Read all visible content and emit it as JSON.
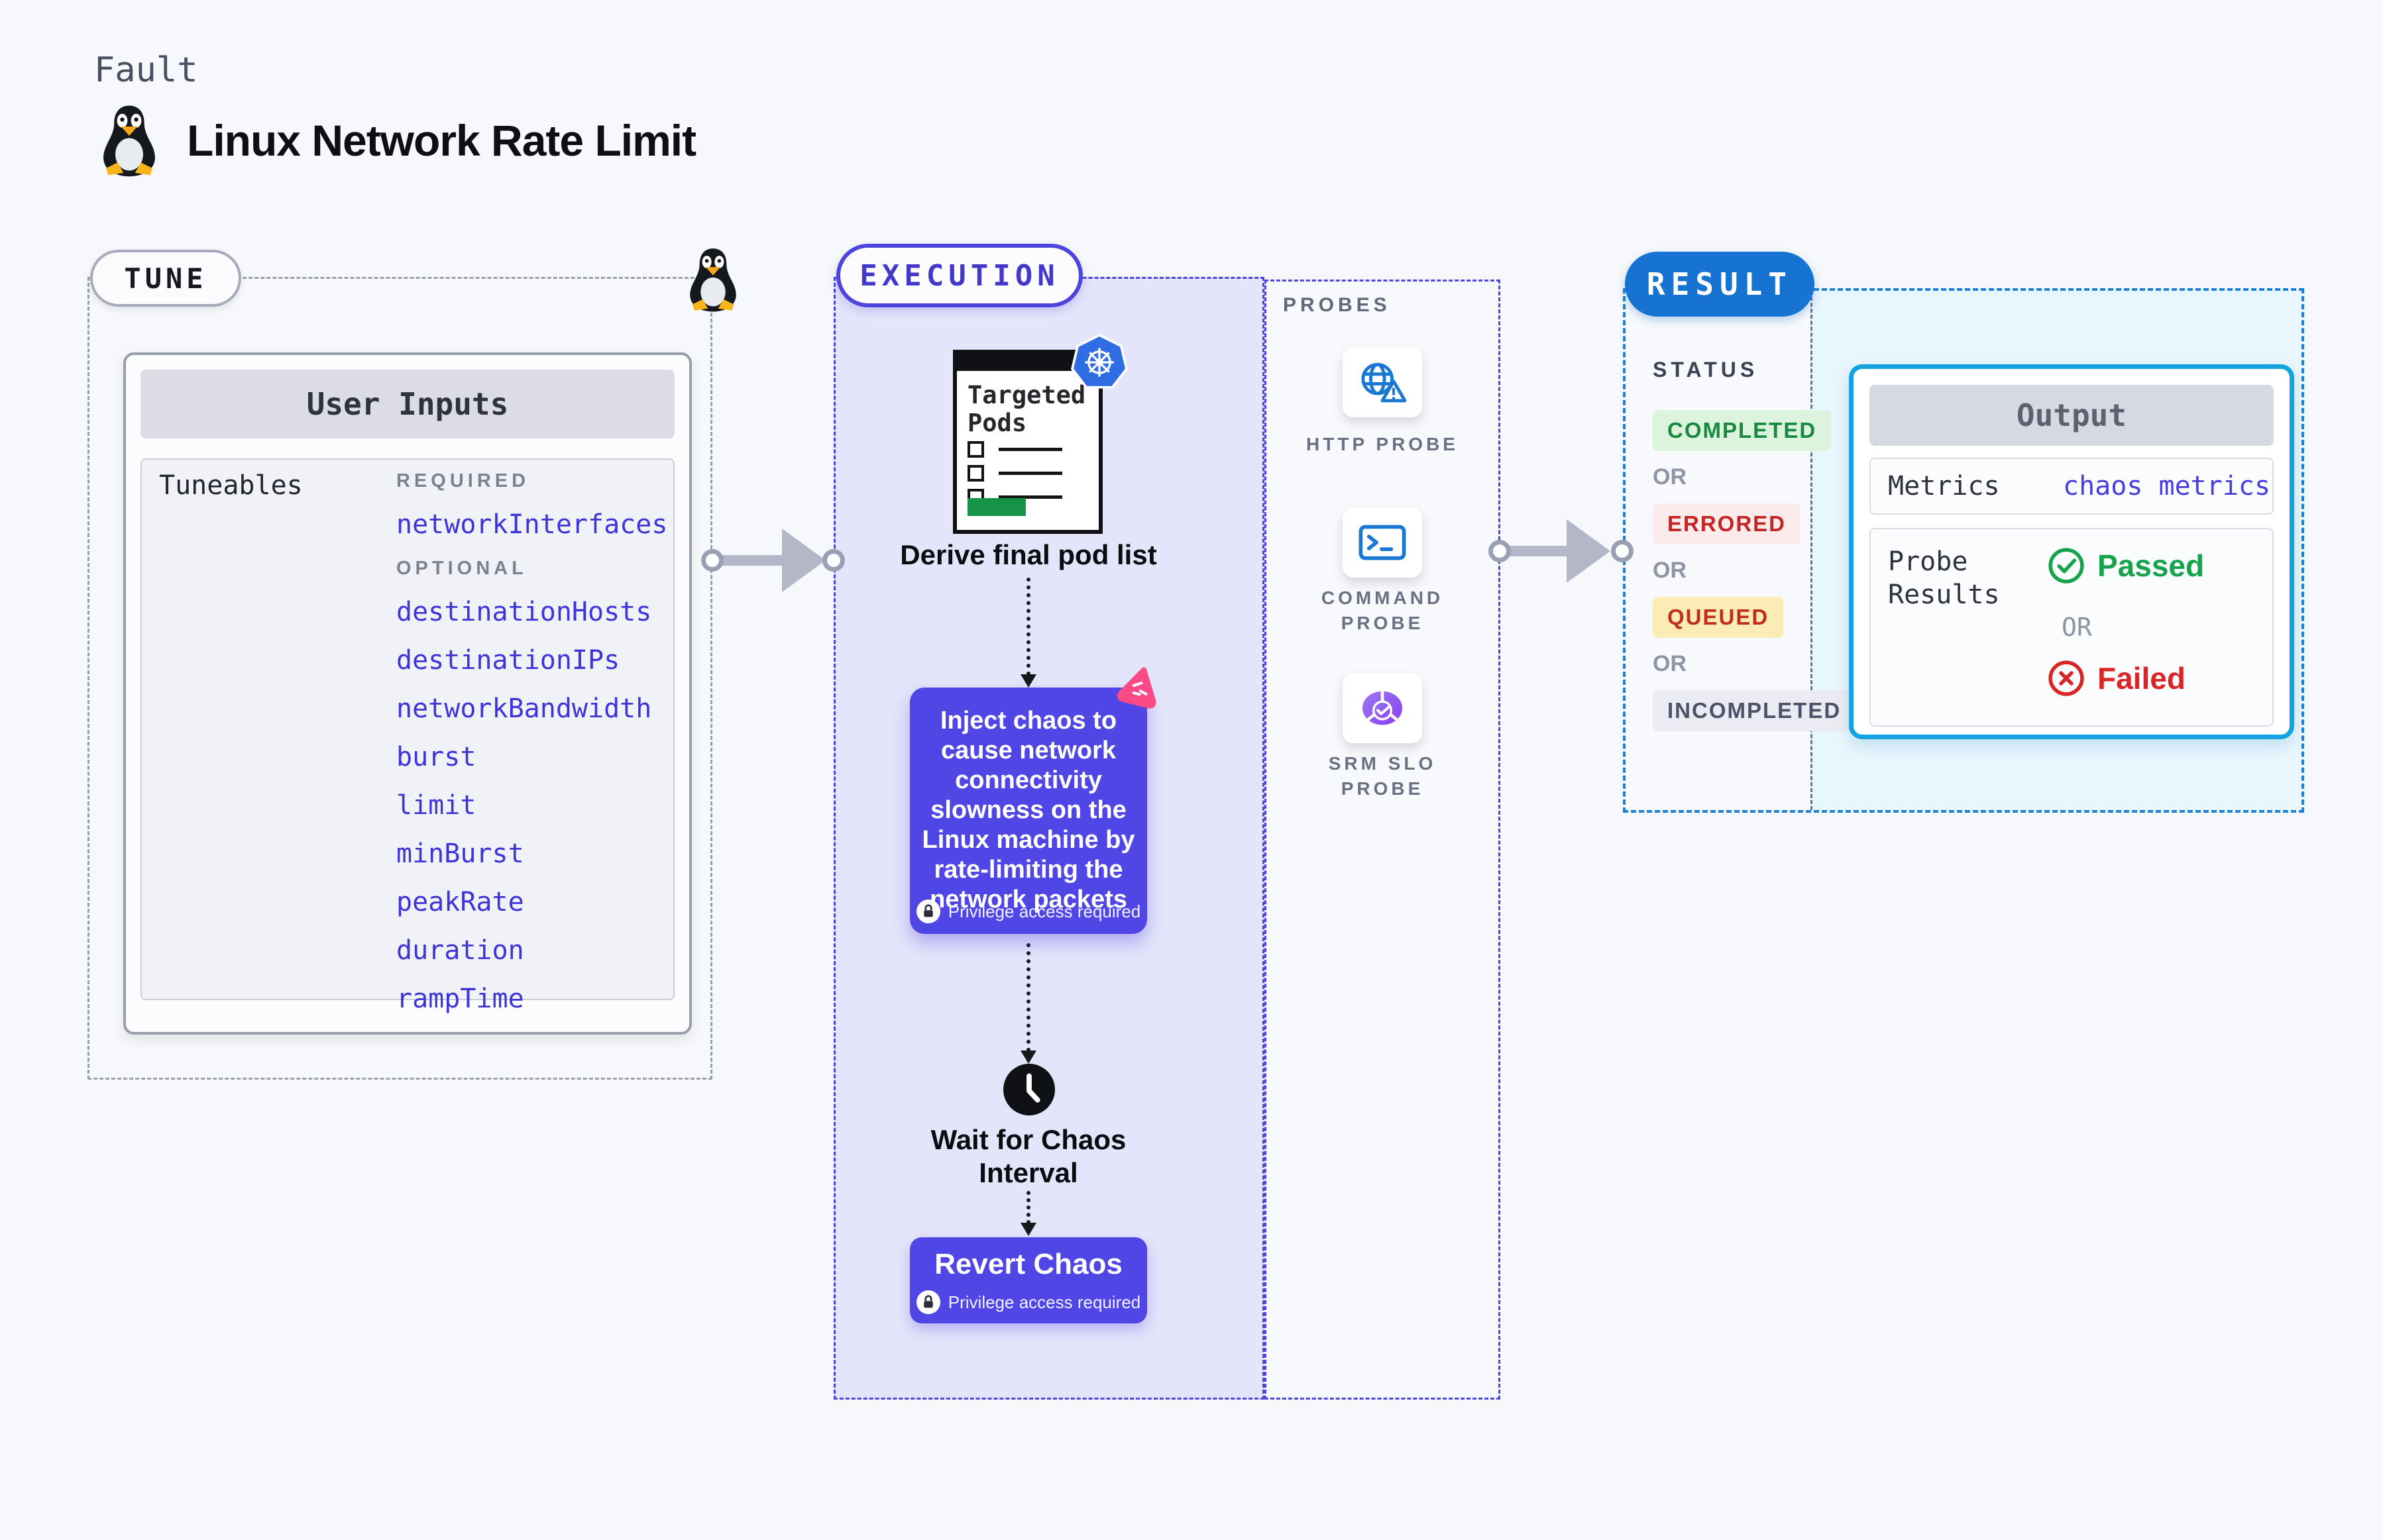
{
  "page": {
    "eyebrow": "Fault",
    "title": "Linux Network Rate Limit"
  },
  "tune": {
    "pill_label": "TUNE",
    "card_title": "User Inputs",
    "tuneables_label": "Tuneables",
    "required_heading": "REQUIRED",
    "required_params": [
      "networkInterfaces"
    ],
    "optional_heading": "OPTIONAL",
    "optional_params": [
      "destinationHosts",
      "destinationIPs",
      "networkBandwidth",
      "burst",
      "limit",
      "minBurst",
      "peakRate",
      "duration",
      "rampTime"
    ]
  },
  "execution": {
    "pill_label": "EXECUTION",
    "pod_card_title": "Targeted Pods",
    "derive_step_label": "Derive final pod list",
    "inject_step_text": "Inject chaos to cause network connectivity slowness on the Linux machine by rate-limiting the network packets",
    "privilege_note": "Privilege access required",
    "wait_step_label": "Wait for Chaos Interval",
    "revert_step_label": "Revert Chaos"
  },
  "probes": {
    "heading": "PROBES",
    "items": [
      {
        "icon": "http-probe-icon",
        "label": "HTTP PROBE"
      },
      {
        "icon": "command-probe-icon",
        "label": "COMMAND PROBE"
      },
      {
        "icon": "srm-slo-probe-icon",
        "label": "SRM SLO PROBE"
      }
    ]
  },
  "result": {
    "pill_label": "RESULT",
    "status_heading": "STATUS",
    "or_label": "OR",
    "statuses": [
      {
        "label": "COMPLETED",
        "text_color": "#188a3f",
        "bg_color": "#dcf4dd"
      },
      {
        "label": "ERRORED",
        "text_color": "#c32424",
        "bg_color": "#fcebeb"
      },
      {
        "label": "QUEUED",
        "text_color": "#bf2d20",
        "bg_color": "#fbecb5"
      },
      {
        "label": "INCOMPLETED",
        "text_color": "#4d5268",
        "bg_color": "#ebecf3"
      }
    ],
    "output": {
      "title": "Output",
      "metrics_label": "Metrics",
      "metrics_value": "chaos metrics",
      "probe_results_label": "Probe Results",
      "passed_label": "Passed",
      "or_label": "OR",
      "failed_label": "Failed"
    }
  },
  "colors": {
    "canvas_bg": "#f7f8fb",
    "indigo_accent": "#4f46e5",
    "param_link": "#3d35d8",
    "execution_bg": "#e4e4fa",
    "result_pill_bg": "#1673d2",
    "result_dash": "#1b80d6",
    "output_border": "#14a3e0",
    "output_zone_bg": "#e8f6fd",
    "passed_green": "#17a34b",
    "failed_red": "#d92525",
    "arrow_gray": "#b4b7c8",
    "probe_icon_blue": "#1878d2",
    "chaos_icon_pink": "#fb4a87",
    "kubernetes_blue": "#2f6de4"
  }
}
